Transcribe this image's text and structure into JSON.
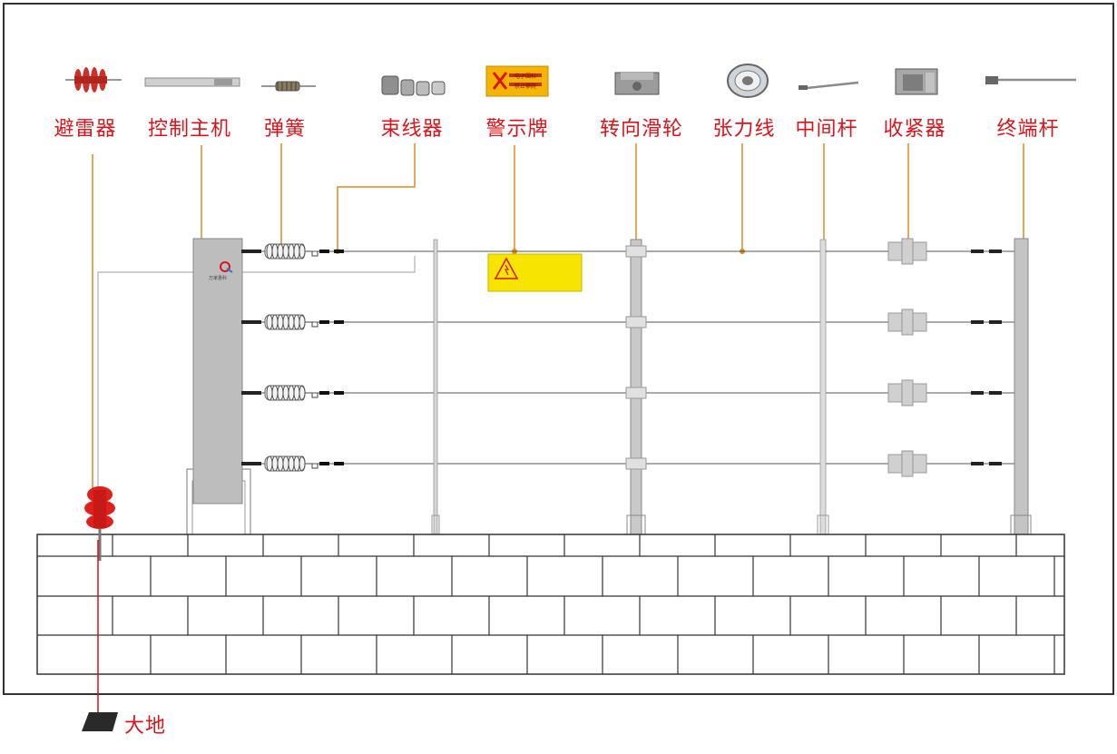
{
  "components": [
    {
      "id": "arrester",
      "label": "避雷器",
      "icon": "lightning-arrester-icon"
    },
    {
      "id": "controller",
      "label": "控制主机",
      "icon": "controller-host-icon"
    },
    {
      "id": "spring",
      "label": "弹簧",
      "icon": "spring-icon"
    },
    {
      "id": "wire-clamp",
      "label": "束线器",
      "icon": "wire-clamp-icon"
    },
    {
      "id": "warning-sign",
      "label": "警示牌",
      "icon": "warning-sign-icon"
    },
    {
      "id": "pulley",
      "label": "转向滑轮",
      "icon": "turning-pulley-icon"
    },
    {
      "id": "tension-wire",
      "label": "张力线",
      "icon": "tension-wire-coil-icon"
    },
    {
      "id": "middle-pole",
      "label": "中间杆",
      "icon": "middle-pole-icon"
    },
    {
      "id": "tightener",
      "label": "收紧器",
      "icon": "tightener-icon"
    },
    {
      "id": "terminal-pole",
      "label": "终端杆",
      "icon": "terminal-pole-icon"
    }
  ],
  "ground": {
    "label": "大地",
    "icon": "ground-plate-icon"
  },
  "sign_text": [
    "电子围栏",
    "禁止攀爬"
  ],
  "controller_brand": "万家惠科",
  "colors": {
    "label": "#d8141c",
    "leader": "#e08a1e",
    "arrester": "#d8141c",
    "sign": "#f7e400",
    "pole": "#c9c9c9",
    "wall": "#ffffff"
  }
}
